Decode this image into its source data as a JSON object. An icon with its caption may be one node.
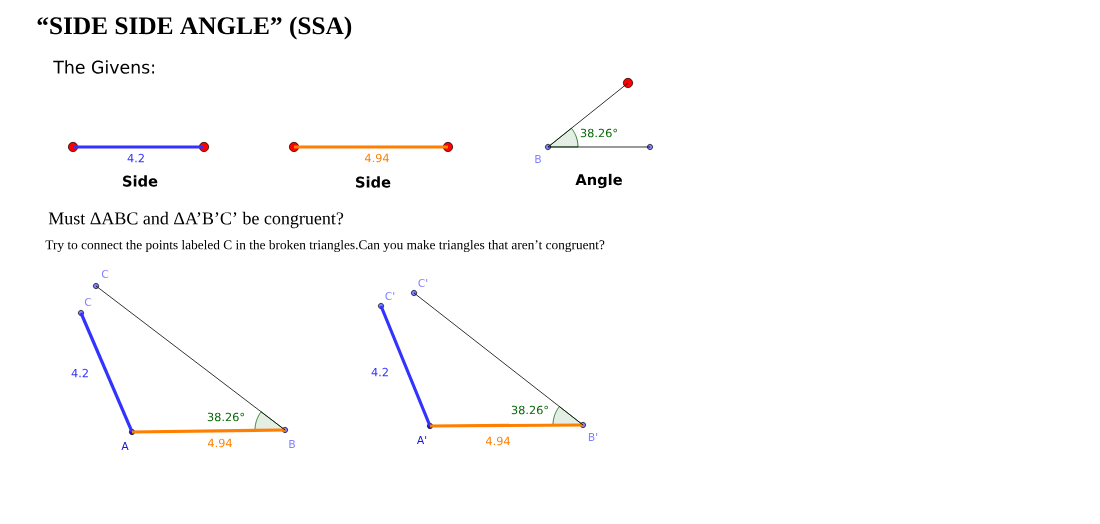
{
  "diagram": {
    "title": "“SIDE SIDE ANGLE” (SSA)",
    "nodes": [
      {
        "text": [],
        "shape": "circle"
      },
      {
        "text": [],
        "shape": "circle"
      },
      {
        "text": [],
        "shape": "circle"
      },
      {
        "text": [],
        "shape": "circle"
      },
      {
        "text": [],
        "shape": "circle",
        "beside": [
          "B"
        ]
      },
      {
        "text": [],
        "shape": "circle"
      },
      {
        "text": [],
        "shape": "circle"
      },
      {
        "text": [],
        "shape": "circle",
        "beside": [
          "C"
        ]
      },
      {
        "text": [],
        "shape": "circle",
        "beside": [
          "C"
        ]
      },
      {
        "text": [],
        "shape": "circle",
        "beside": [
          "A"
        ]
      },
      {
        "text": [],
        "shape": "circle",
        "beside": [
          "B"
        ]
      },
      {
        "text": [],
        "shape": "circle",
        "beside": [
          "C'"
        ]
      },
      {
        "text": [],
        "shape": "circle",
        "beside": [
          "C'"
        ]
      },
      {
        "text": [],
        "shape": "circle",
        "beside": [
          "A'"
        ]
      },
      {
        "text": [],
        "shape": "circle",
        "beside": [
          "B'"
        ]
      }
    ],
    "edges": [
      {
        "from": 0,
        "to": 1,
        "arrow": "none",
        "label": "4.2",
        "color": "#3333ff"
      },
      {
        "from": 2,
        "to": 3,
        "arrow": "none",
        "label": "4.94",
        "color": "#ff7f00"
      },
      {
        "from": 4,
        "to": 6,
        "arrow": "none"
      },
      {
        "from": 4,
        "to": 5,
        "arrow": "none"
      },
      {
        "from": 8,
        "to": 9,
        "arrow": "none",
        "label": "4.2",
        "color": "#3333ff"
      },
      {
        "from": 9,
        "to": 10,
        "arrow": "none",
        "label": "4.94",
        "color": "#ff7f00"
      },
      {
        "from": 7,
        "to": 10,
        "arrow": "none"
      },
      {
        "from": 12,
        "to": 13,
        "arrow": "none",
        "label": "4.2",
        "color": "#3333ff"
      },
      {
        "from": 13,
        "to": 14,
        "arrow": "none",
        "label": "4.94",
        "color": "#ff7f00"
      },
      {
        "from": 11,
        "to": 14,
        "arrow": "none"
      }
    ],
    "labels": [
      "The Givens:",
      "38.26°",
      "Side",
      "Side",
      "Angle",
      "Must ΔABC and ΔA’B’C’ be congruent?",
      "Try to connect the points labeled C in the broken triangles.Can you make triangles that aren’t congruent?",
      "38.26°",
      "38.26°"
    ]
  }
}
